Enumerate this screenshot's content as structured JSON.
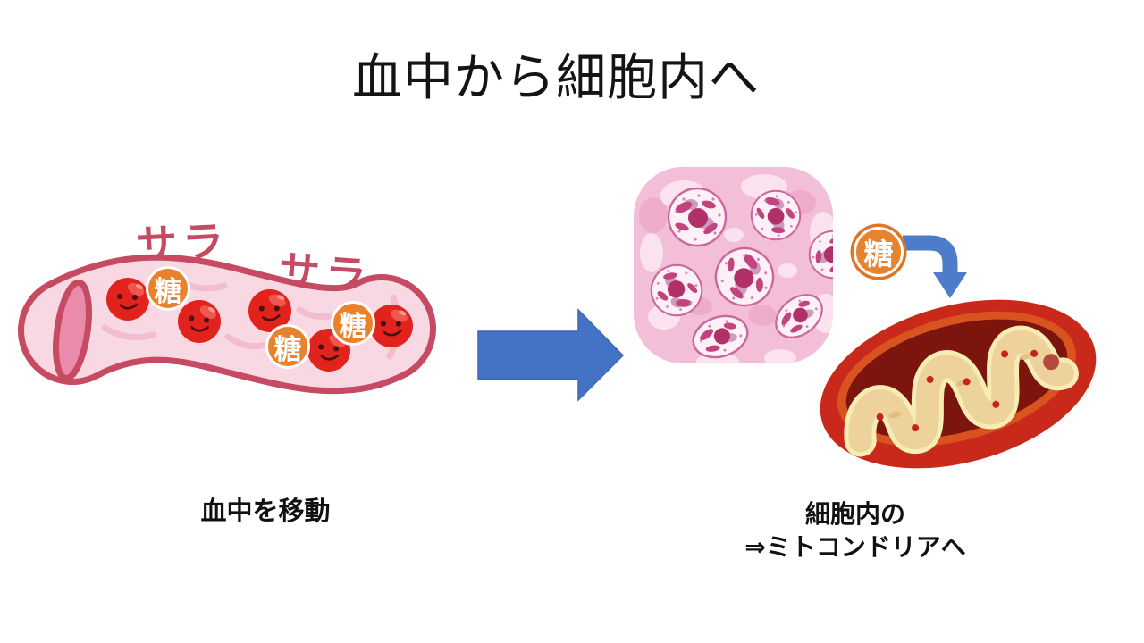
{
  "slide_title": "血中から細胞内へ",
  "blood_section": {
    "sound_effects": [
      "サラ",
      "サラ"
    ],
    "sugar_badges": [
      "糖",
      "糖",
      "糖"
    ],
    "caption": "血中を移動"
  },
  "cell_section": {
    "sugar_badge": "糖",
    "caption_line1": "細胞内の",
    "caption_line2": "⇒ミトコンドリアへ"
  },
  "colors": {
    "arrow_blue": "#4472c4",
    "sugar_orange": "#e8822d",
    "vessel_outline_rose": "#c64a62",
    "vessel_fill_pink": "#f8d9e3",
    "red_blood_cell": "#e2231d",
    "tissue_pink": "#f2bed8",
    "cell_nucleus_magenta": "#b13068",
    "mitochondria_red": "#c9291b",
    "mitochondria_matrix": "#7c150e",
    "cristae_cream": "#eed29b",
    "text_black": "#111111"
  }
}
